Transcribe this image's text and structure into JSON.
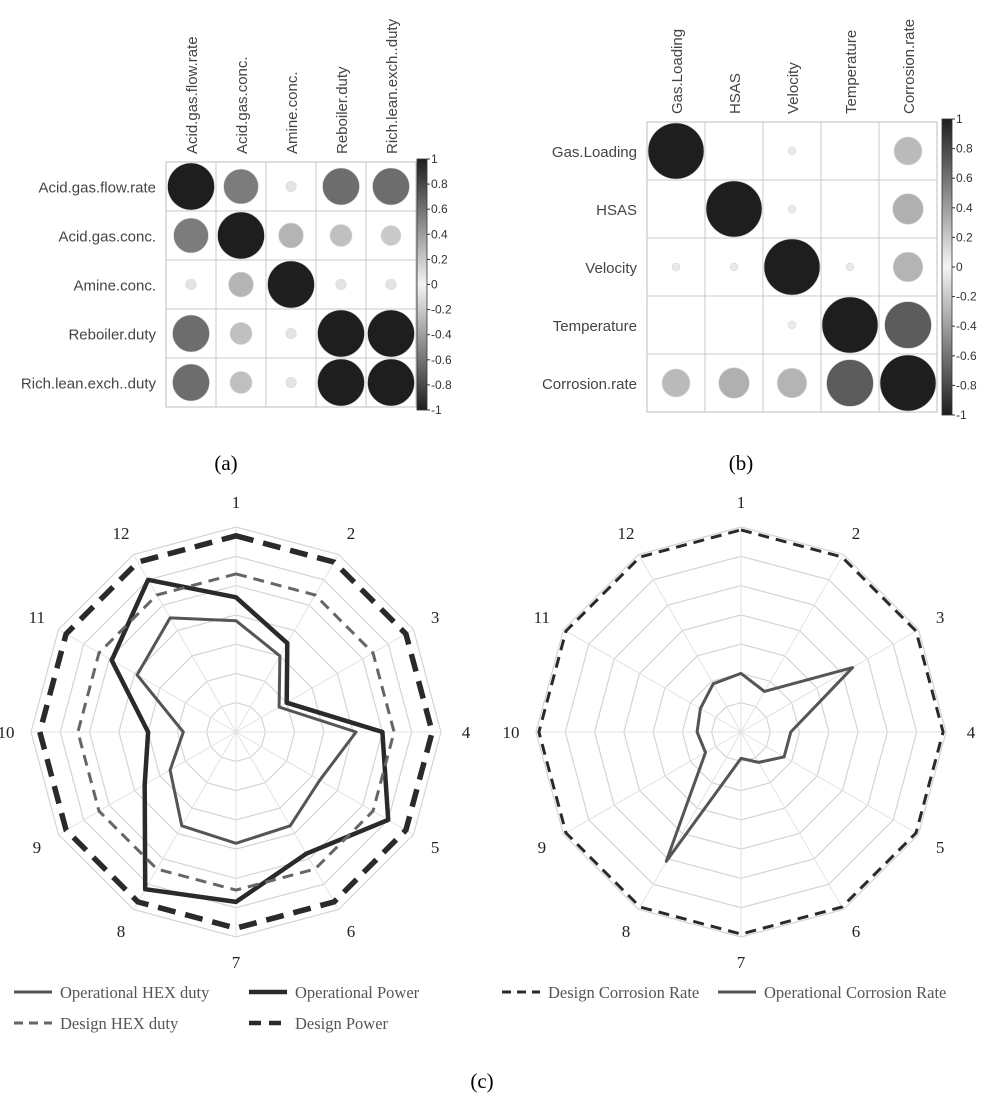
{
  "chart_data": [
    {
      "type": "heatmap",
      "panel_label": "(a)",
      "labels": [
        "Acid.gas.flow.rate",
        "Acid.gas.conc.",
        "Amine.conc.",
        "Reboiler.duty",
        "Rich.lean.exch..duty"
      ],
      "matrix": [
        [
          1.0,
          0.55,
          0.05,
          0.62,
          0.62
        ],
        [
          0.55,
          1.0,
          0.28,
          0.22,
          0.18
        ],
        [
          0.05,
          0.28,
          1.0,
          0.05,
          0.05
        ],
        [
          0.62,
          0.22,
          0.05,
          1.0,
          1.0
        ],
        [
          0.62,
          0.22,
          0.05,
          1.0,
          1.0
        ]
      ],
      "colorbar_ticks": [
        "1",
        "0.8",
        "0.6",
        "0.4",
        "0.2",
        "0",
        "-0.2",
        "-0.4",
        "-0.6",
        "-0.8",
        "-1"
      ],
      "colorbar_range": [
        -1,
        1
      ]
    },
    {
      "type": "heatmap",
      "panel_label": "(b)",
      "labels": [
        "Gas.Loading",
        "HSAS",
        "Velocity",
        "Temperature",
        "Corrosion.rate"
      ],
      "matrix": [
        [
          1.0,
          0.0,
          0.02,
          0.0,
          0.25
        ],
        [
          0.0,
          1.0,
          0.02,
          0.0,
          0.3
        ],
        [
          0.02,
          0.02,
          1.0,
          0.02,
          0.28
        ],
        [
          0.0,
          0.0,
          0.02,
          1.0,
          0.7
        ],
        [
          0.25,
          0.3,
          0.28,
          0.7,
          1.0
        ]
      ],
      "colorbar_ticks": [
        "1",
        "0.8",
        "0.6",
        "0.4",
        "0.2",
        "0",
        "-0.2",
        "-0.4",
        "-0.6",
        "-0.8",
        "-1"
      ],
      "colorbar_range": [
        -1,
        1
      ]
    },
    {
      "type": "radar",
      "axes": [
        "1",
        "2",
        "3",
        "4",
        "5",
        "6",
        "7",
        "8",
        "9",
        "10",
        "11",
        "12"
      ],
      "rings": 7,
      "max": 7,
      "series": [
        {
          "name": "Operational HEX duty",
          "style": "solid",
          "width": 3,
          "color": "#555555",
          "values": [
            3.8,
            3.0,
            1.7,
            4.1,
            3.3,
            3.7,
            3.8,
            3.7,
            2.6,
            1.8,
            3.9,
            4.5
          ]
        },
        {
          "name": "Operational Power",
          "style": "solid",
          "width": 4.5,
          "color": "#2a2a2a",
          "values": [
            4.6,
            3.5,
            2.0,
            5.0,
            6.0,
            4.8,
            5.8,
            6.2,
            3.6,
            3.0,
            4.9,
            6.0
          ]
        },
        {
          "name": "Design HEX duty",
          "style": "dashed",
          "width": 3,
          "color": "#666666",
          "values": [
            5.4,
            5.4,
            5.4,
            5.4,
            5.4,
            5.4,
            5.4,
            5.4,
            5.4,
            5.4,
            5.4,
            5.4
          ]
        },
        {
          "name": "Design Power",
          "style": "dashed",
          "width": 5.5,
          "color": "#2a2a2a",
          "values": [
            6.7,
            6.7,
            6.7,
            6.7,
            6.7,
            6.7,
            6.7,
            6.7,
            6.7,
            6.7,
            6.7,
            6.7
          ]
        }
      ]
    },
    {
      "type": "radar",
      "axes": [
        "1",
        "2",
        "3",
        "4",
        "5",
        "6",
        "7",
        "8",
        "9",
        "10",
        "11",
        "12"
      ],
      "rings": 7,
      "max": 7,
      "series": [
        {
          "name": "Design Corrosion Rate",
          "style": "dashed",
          "width": 3,
          "color": "#2a2a2a",
          "values": [
            6.9,
            6.9,
            6.9,
            6.9,
            6.9,
            6.9,
            6.9,
            6.9,
            6.9,
            6.9,
            6.9,
            6.9
          ]
        },
        {
          "name": "Operational Corrosion Rate",
          "style": "solid",
          "width": 3,
          "color": "#555555",
          "values": [
            2.0,
            1.6,
            4.4,
            1.7,
            1.7,
            1.2,
            0.9,
            5.1,
            1.4,
            1.5,
            1.6,
            1.9
          ]
        }
      ]
    }
  ],
  "captions": {
    "a": "(a)",
    "b": "(b)",
    "c": "(c)"
  }
}
